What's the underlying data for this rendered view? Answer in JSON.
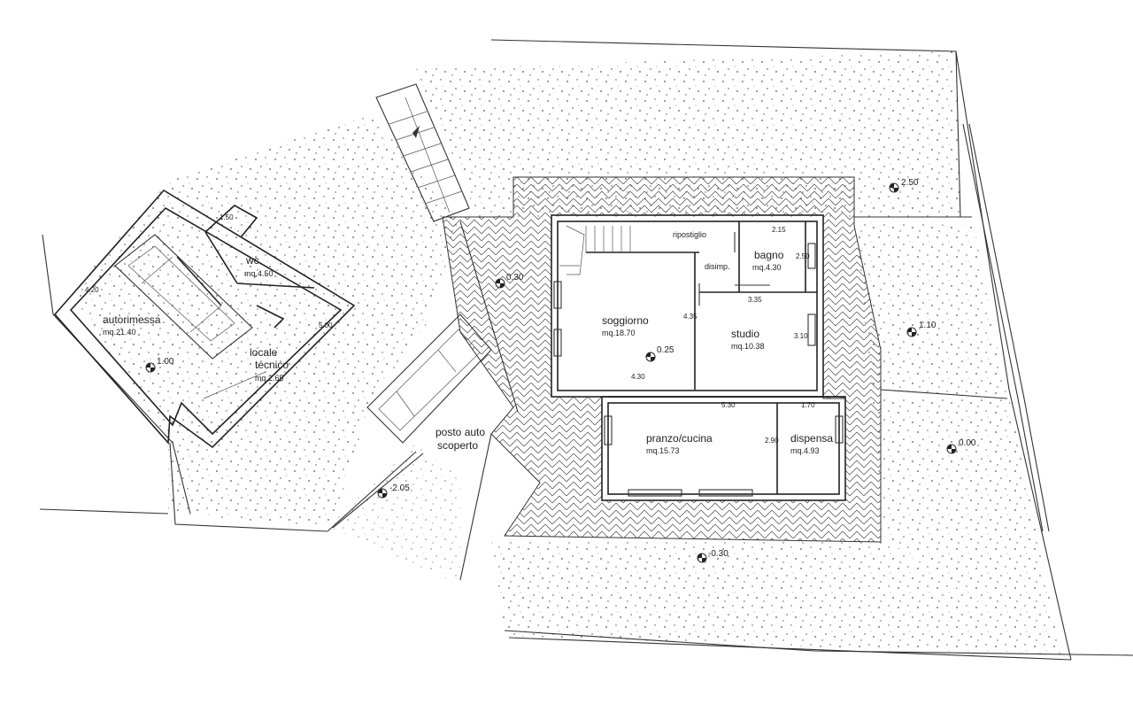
{
  "rooms": {
    "autorimessa": {
      "label": "autorimessa",
      "area": "mq.21.40"
    },
    "wc": {
      "label": "wc",
      "area": "mq.4.50"
    },
    "locale": {
      "label1": "locale",
      "label2": "tecnico",
      "area": "mq.2.65"
    },
    "ripostiglio": {
      "label": "ripostiglio"
    },
    "bagno": {
      "label": "bagno",
      "area": "mq.4.30"
    },
    "disimp": {
      "label": "disimp."
    },
    "soggiorno": {
      "label": "soggiorno",
      "area": "mq.18.70"
    },
    "studio": {
      "label": "studio",
      "area": "mq.10.38"
    },
    "pranzo": {
      "label": "pranzo/cucina",
      "area": "mq.15.73"
    },
    "dispensa": {
      "label": "dispensa",
      "area": "mq.4.93"
    },
    "posto": {
      "label1": "posto auto",
      "label2": "scoperto"
    }
  },
  "levels": {
    "l250": "2.50",
    "l110": "1.10",
    "l000": "0.00",
    "l030": "-0.30",
    "l025": "0.25",
    "l100": "1.00",
    "l205": "-2.05",
    "l030b": "0.30"
  },
  "dims": {
    "d215": "2.15",
    "d250": "2.50",
    "d335": "3.35",
    "d435": "4.35",
    "d310": "3.10",
    "d430": "4.30",
    "d530": "5.30",
    "d170": "1.70",
    "d290": "2.90",
    "d150": "1.50",
    "d420": "4.20",
    "d500": "5.00"
  }
}
